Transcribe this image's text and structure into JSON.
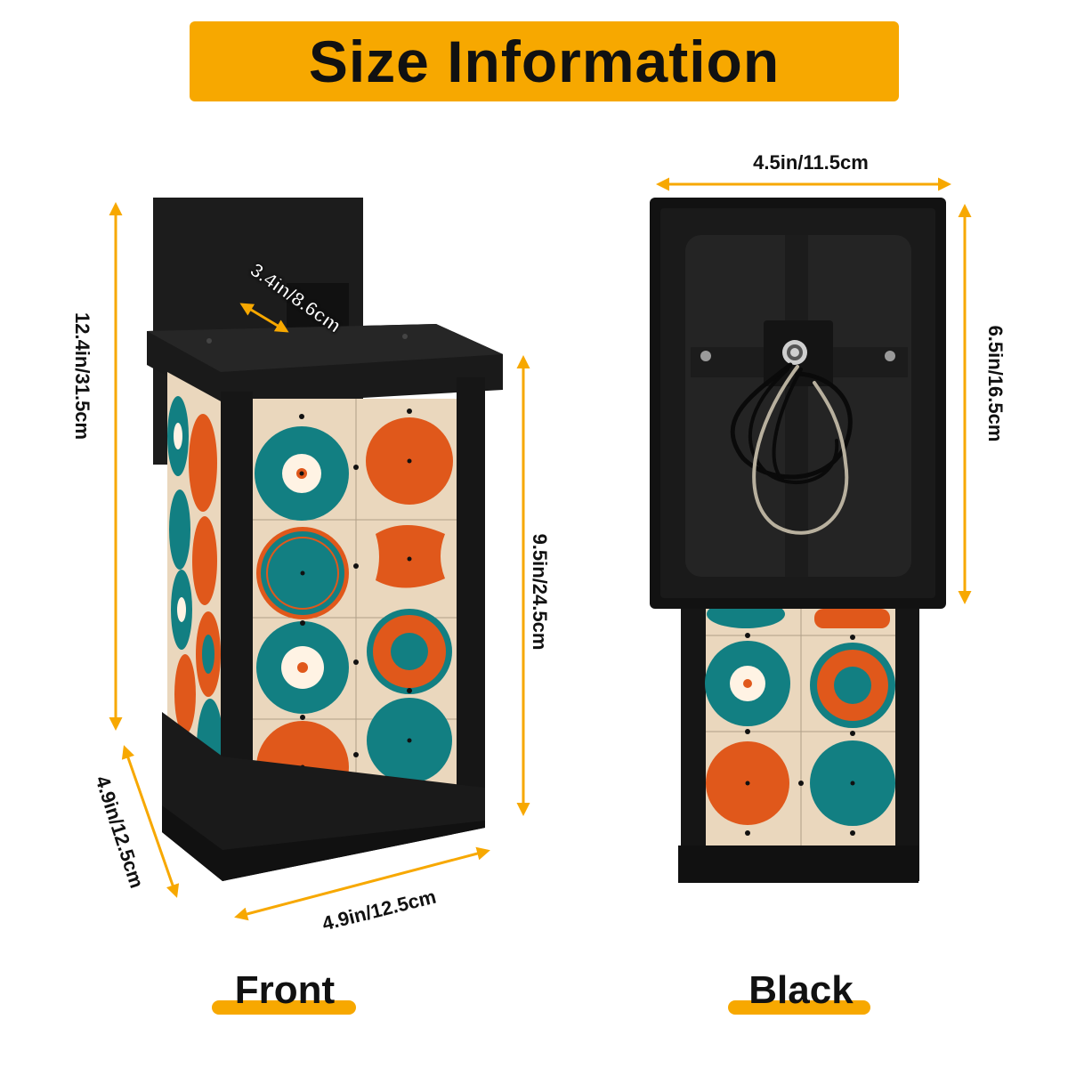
{
  "header": {
    "title": "Size Information"
  },
  "front": {
    "caption": "Front",
    "dims": {
      "height_total": "12.4in/31.5cm",
      "height_panel": "9.5in/24.5cm",
      "depth_bracket": "3.4in/8.6cm",
      "side_width": "4.9in/12.5cm",
      "front_width": "4.9in/12.5cm"
    }
  },
  "back": {
    "caption": "Black",
    "dims": {
      "width": "4.5in/11.5cm",
      "plate_height": "6.5in/16.5cm"
    }
  },
  "colors": {
    "accent": "#f7a800",
    "teal": "#127f82",
    "orange": "#e0581b",
    "cream": "#ead7bd",
    "frame": "#151515"
  }
}
